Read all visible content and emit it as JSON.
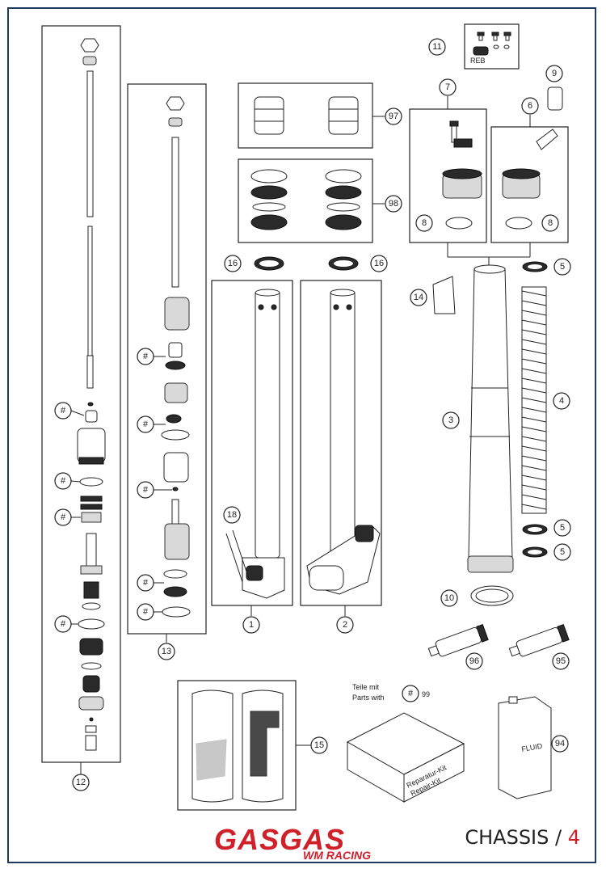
{
  "callouts": [
    "1",
    "2",
    "3",
    "4",
    "5",
    "5",
    "5",
    "6",
    "7",
    "8",
    "8",
    "9",
    "10",
    "11",
    "12",
    "13",
    "14",
    "15",
    "16",
    "16",
    "18",
    "94",
    "95",
    "96",
    "97",
    "98",
    "#",
    "#",
    "#",
    "#",
    "#",
    "#",
    "#",
    "#",
    "#",
    "#",
    "#",
    "#",
    "99"
  ],
  "labels": {
    "reb": "REB",
    "teile_mit": "Teile mit",
    "parts_with": "Parts with",
    "kit_label_1": "Reparatur-Kit",
    "kit_label_2": "Repair-Kit",
    "fluid": "FLUID"
  },
  "brand": {
    "name": "GASGAS",
    "sub": "WM RACING"
  },
  "footer": {
    "section": "CHASSIS",
    "separator": " / ",
    "page": "4"
  }
}
